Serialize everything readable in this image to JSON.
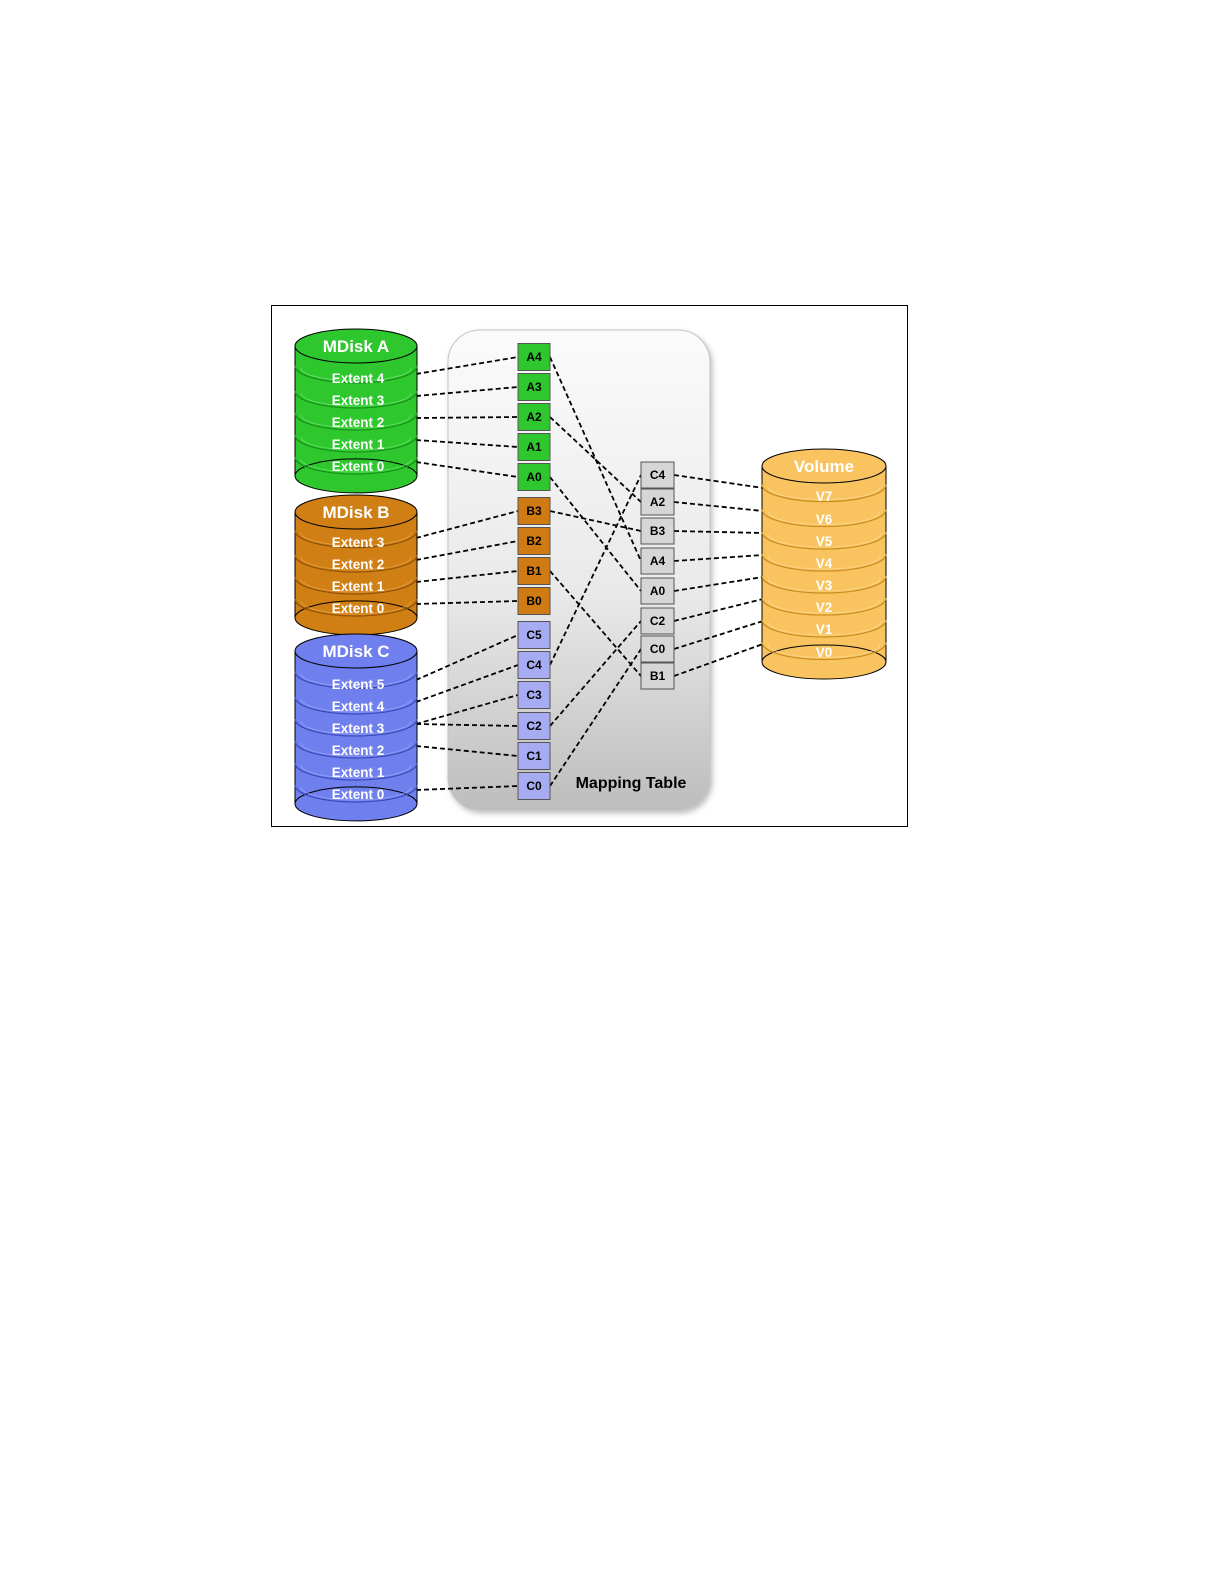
{
  "mapping_table_label": "Mapping Table",
  "mdisks": [
    {
      "id": "A",
      "title": "MDisk A",
      "colors": {
        "fill": "#2ec82e",
        "dark": "#1a8f1a",
        "light": "#6ee86e"
      },
      "extents": [
        "Extent 4",
        "Extent 3",
        "Extent 2",
        "Extent 1",
        "Extent 0"
      ]
    },
    {
      "id": "B",
      "title": "MDisk B",
      "colors": {
        "fill": "#d07f14",
        "dark": "#8e5207",
        "light": "#eaa54a"
      },
      "extents": [
        "Extent 3",
        "Extent 2",
        "Extent 1",
        "Extent 0"
      ]
    },
    {
      "id": "C",
      "title": "MDisk C",
      "colors": {
        "fill": "#6f7fee",
        "dark": "#3d49b8",
        "light": "#a0aaf6"
      },
      "extents": [
        "Extent 5",
        "Extent 4",
        "Extent 3",
        "Extent 2",
        "Extent 1",
        "Extent 0"
      ]
    }
  ],
  "extent_cells": [
    {
      "label": "A4",
      "color": "#2ec82e"
    },
    {
      "label": "A3",
      "color": "#2ec82e"
    },
    {
      "label": "A2",
      "color": "#2ec82e"
    },
    {
      "label": "A1",
      "color": "#2ec82e"
    },
    {
      "label": "A0",
      "color": "#2ec82e"
    },
    {
      "label": "B3",
      "color": "#cf7a12"
    },
    {
      "label": "B2",
      "color": "#cf7a12"
    },
    {
      "label": "B1",
      "color": "#cf7a12"
    },
    {
      "label": "B0",
      "color": "#cf7a12"
    },
    {
      "label": "C5",
      "color": "#a7acf2"
    },
    {
      "label": "C4",
      "color": "#a7acf2"
    },
    {
      "label": "C3",
      "color": "#a7acf2"
    },
    {
      "label": "C2",
      "color": "#a7acf2"
    },
    {
      "label": "C1",
      "color": "#a7acf2"
    },
    {
      "label": "C0",
      "color": "#a7acf2"
    }
  ],
  "volume_cells": [
    {
      "label": "C4",
      "color": "#d6d6d6"
    },
    {
      "label": "A2",
      "color": "#d6d6d6"
    },
    {
      "label": "B3",
      "color": "#d6d6d6"
    },
    {
      "label": "A4",
      "color": "#d6d6d6"
    },
    {
      "label": "A0",
      "color": "#d6d6d6"
    },
    {
      "label": "C2",
      "color": "#d6d6d6"
    },
    {
      "label": "C0",
      "color": "#d6d6d6"
    },
    {
      "label": "B1",
      "color": "#d6d6d6"
    }
  ],
  "volume": {
    "title": "Volume",
    "colors": {
      "fill": "#f9c360",
      "dark": "#c98c1e",
      "light": "#fddc98"
    },
    "extents": [
      "V7",
      "V6",
      "V5",
      "V4",
      "V3",
      "V2",
      "V1",
      "V0"
    ]
  },
  "links": {
    "mdisk_to_table": [
      [
        "MDisk A",
        "Extent 4",
        "A4"
      ],
      [
        "MDisk A",
        "Extent 3",
        "A3"
      ],
      [
        "MDisk A",
        "Extent 2",
        "A2"
      ],
      [
        "MDisk A",
        "Extent 1",
        "A1"
      ],
      [
        "MDisk A",
        "Extent 0",
        "A0"
      ],
      [
        "MDisk B",
        "Extent 3",
        "B3"
      ],
      [
        "MDisk B",
        "Extent 2",
        "B2"
      ],
      [
        "MDisk B",
        "Extent 1",
        "B1"
      ],
      [
        "MDisk B",
        "Extent 0",
        "B0"
      ],
      [
        "MDisk C",
        "Extent 5",
        "C5"
      ],
      [
        "MDisk C",
        "Extent 4",
        "C4"
      ],
      [
        "MDisk C",
        "Extent 3",
        "C3"
      ],
      [
        "MDisk C",
        "Extent 3",
        "C2"
      ],
      [
        "MDisk C",
        "Extent 2",
        "C1"
      ],
      [
        "MDisk C",
        "Extent 0",
        "C0"
      ]
    ],
    "table_to_volume_cells": [
      [
        "A4",
        "A4"
      ],
      [
        "A2",
        "A2"
      ],
      [
        "A0",
        "A0"
      ],
      [
        "B3",
        "B3"
      ],
      [
        "B1",
        "B1"
      ],
      [
        "C4",
        "C4"
      ],
      [
        "C2",
        "C2"
      ],
      [
        "C0",
        "C0"
      ]
    ],
    "volume_cells_to_volume": [
      [
        "C4",
        "V7"
      ],
      [
        "A2",
        "V6"
      ],
      [
        "B3",
        "V5"
      ],
      [
        "A4",
        "V4"
      ],
      [
        "A0",
        "V3"
      ],
      [
        "C2",
        "V2"
      ],
      [
        "C0",
        "V1"
      ],
      [
        "B1",
        "V0"
      ]
    ]
  }
}
